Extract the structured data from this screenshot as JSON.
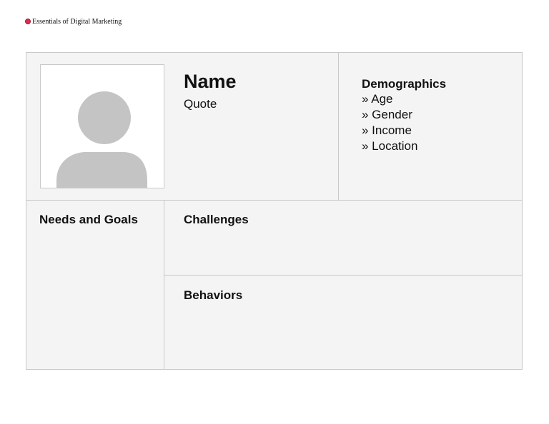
{
  "header": {
    "brand": "Essentials of Digital Marketing",
    "logo_icon": "red-dot-logo-icon",
    "logo_color": "#d9304d"
  },
  "persona": {
    "photo_icon": "person-placeholder-icon",
    "name": "Name",
    "quote": "Quote"
  },
  "demographics": {
    "title": "Demographics",
    "items": [
      "» Age",
      "» Gender",
      "» Income",
      "» Location"
    ]
  },
  "sections": {
    "needs_goals": "Needs and Goals",
    "challenges": "Challenges",
    "behaviors": "Behaviors"
  },
  "colors": {
    "card_background": "#f4f4f4",
    "border": "#c9c9c9",
    "placeholder_silhouette": "#c4c4c4"
  }
}
